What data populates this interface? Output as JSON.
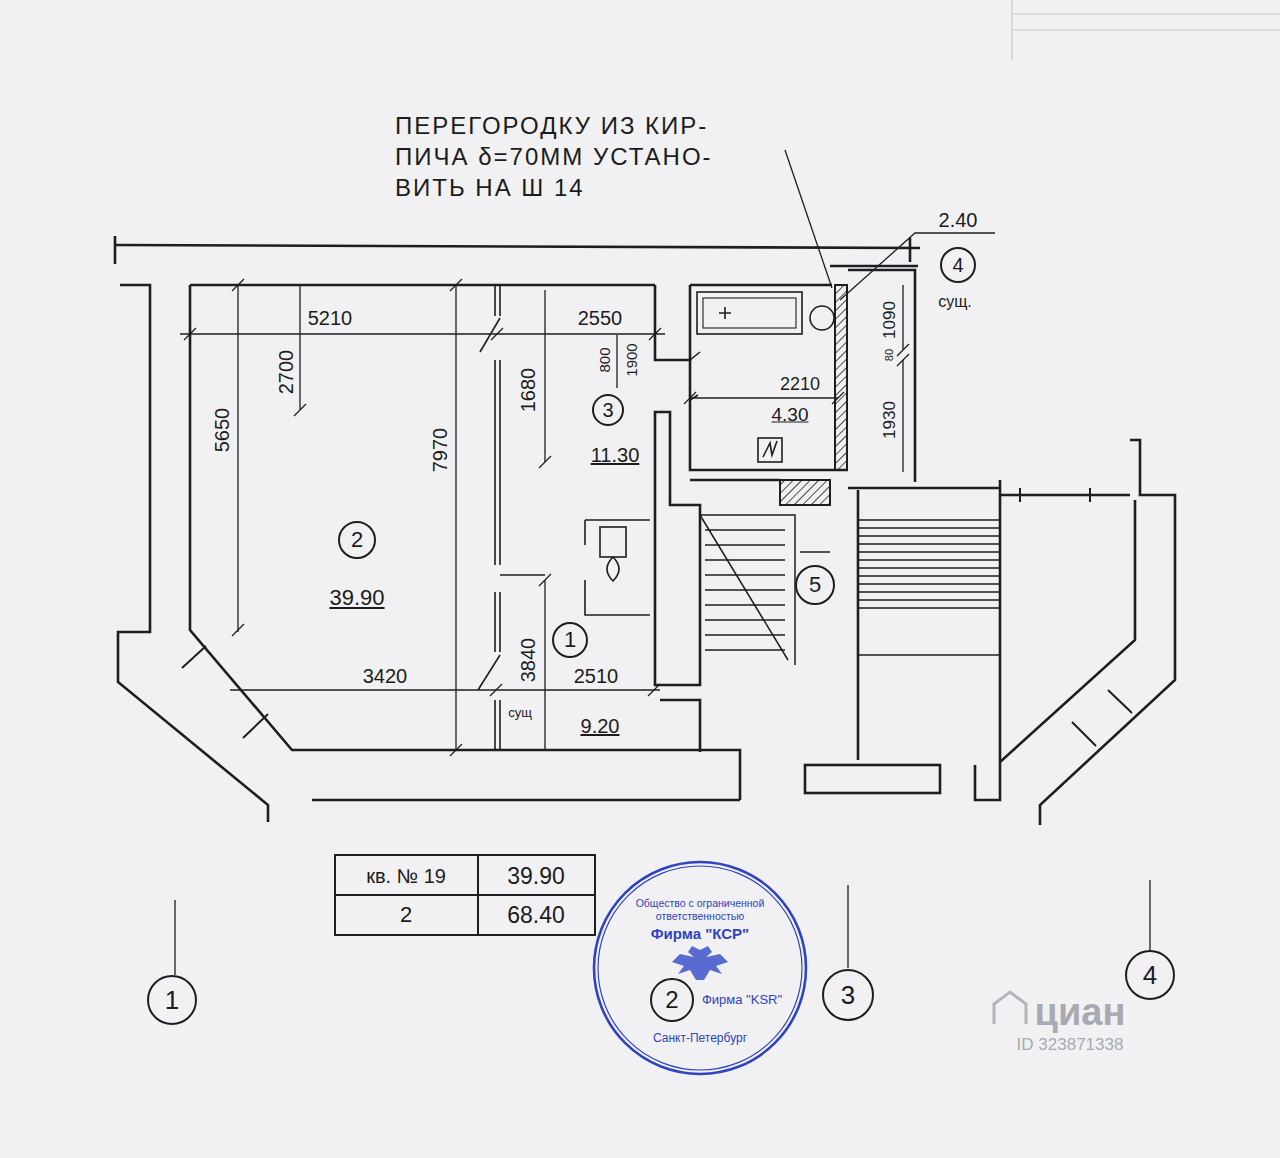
{
  "diagram": {
    "nodes": [
      {
        "text": [
          "4"
        ]
      },
      {
        "text": [
          "3"
        ]
      },
      {
        "text": [
          "2"
        ]
      },
      {
        "text": [
          "5"
        ]
      },
      {
        "text": [
          "1"
        ]
      },
      {
        "text": [
          "1"
        ]
      },
      {
        "text": [
          "2"
        ]
      },
      {
        "text": [
          "3"
        ]
      },
      {
        "text": [
          "4"
        ]
      },
      {
        "text": [
          "Общество с ограниченной ответственностью",
          "Фирма \"КСР\"",
          "Фирма \"KSR\"",
          "Санкт-Петербург"
        ]
      }
    ],
    "labels": [
      "ПЕРЕГОРОДКУ ИЗ КИР- ПИЧА δ=70ММ УСТАНО- ВИТЬ НА Ш 14",
      "2.40",
      "5210",
      "2700",
      "2550",
      "5650",
      "7970",
      "1680",
      "800",
      "1900",
      "1090",
      "80",
      "сущ.",
      "2210",
      "4.30",
      "1930",
      "11.30",
      "39.90",
      "3840",
      "3420",
      "2510",
      "сущ",
      "9.20",
      "кв. № 19",
      "39.90",
      "2",
      "68.40",
      "циан",
      "ID 323871338"
    ]
  }
}
